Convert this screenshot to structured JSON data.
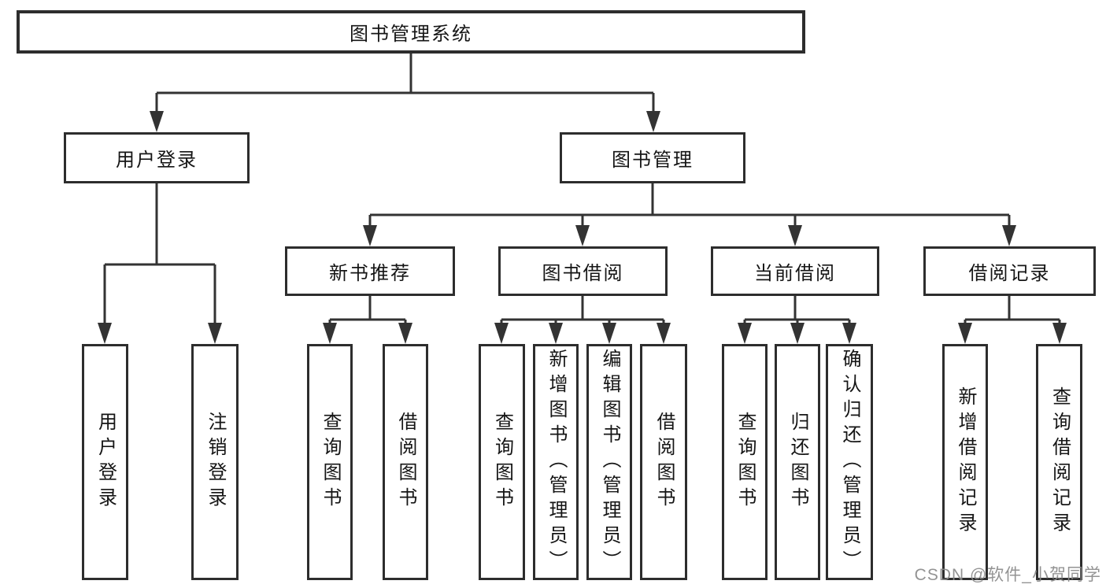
{
  "tree": {
    "root": "图书管理系统",
    "children": [
      {
        "label": "用户登录",
        "children": [
          "用户登录",
          "注销登录"
        ]
      },
      {
        "label": "图书管理",
        "children": [
          {
            "label": "新书推荐",
            "children": [
              "查询图书",
              "借阅图书"
            ]
          },
          {
            "label": "图书借阅",
            "children": [
              "查询图书",
              "新增图书（管理员）",
              "编辑图书（管理员）",
              "借阅图书"
            ]
          },
          {
            "label": "当前借阅",
            "children": [
              "查询图书",
              "归还图书",
              "确认归还（管理员）"
            ]
          },
          {
            "label": "借阅记录",
            "children": [
              "新增借阅记录",
              "查询借阅记录"
            ]
          }
        ]
      }
    ]
  },
  "colors": {
    "line": "#333333",
    "border": "#2d2d2d",
    "text": "#151515",
    "watermark": "#8a8a8a"
  },
  "watermark": {
    "text": "CSDN @软件_小贺同学"
  }
}
